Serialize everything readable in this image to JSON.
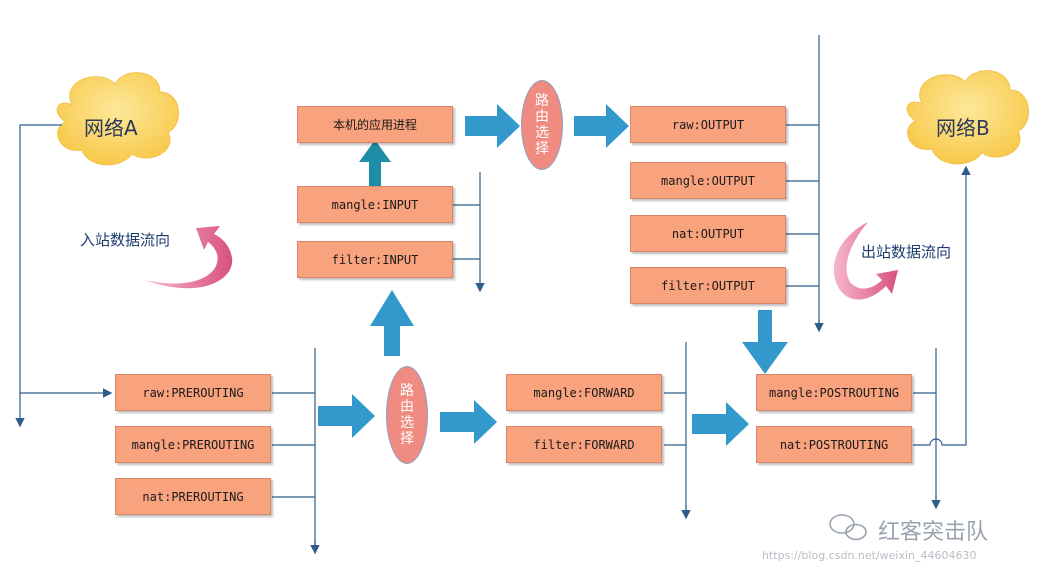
{
  "networks": {
    "a": "网络A",
    "b": "网络B"
  },
  "flow_labels": {
    "inbound": "入站数据流向",
    "outbound": "出站数据流向"
  },
  "local_process": "本机的应用进程",
  "routing_label": "路由选择",
  "input_chains": {
    "mangle": "mangle:INPUT",
    "filter": "filter:INPUT"
  },
  "output_chains": {
    "raw": "raw:OUTPUT",
    "mangle": "mangle:OUTPUT",
    "nat": "nat:OUTPUT",
    "filter": "filter:OUTPUT"
  },
  "prerouting_chains": {
    "raw": "raw:PREROUTING",
    "mangle": "mangle:PREROUTING",
    "nat": "nat:PREROUTING"
  },
  "forward_chains": {
    "mangle": "mangle:FORWARD",
    "filter": "filter:FORWARD"
  },
  "postrouting_chains": {
    "mangle": "mangle:POSTROUTING",
    "nat": "nat:POSTROUTING"
  },
  "watermark": {
    "brand": "红客突击队",
    "url": "https://blog.csdn.net/weixin_44604630"
  },
  "colors": {
    "box": "#f9a27e",
    "oval": "#ef8b80",
    "arrow_blue": "#3399cc",
    "arrow_teal": "#1e8ea8",
    "line": "#2f5d8a",
    "cloud": "#f9d35c",
    "curve_pink": "#e2668e"
  }
}
